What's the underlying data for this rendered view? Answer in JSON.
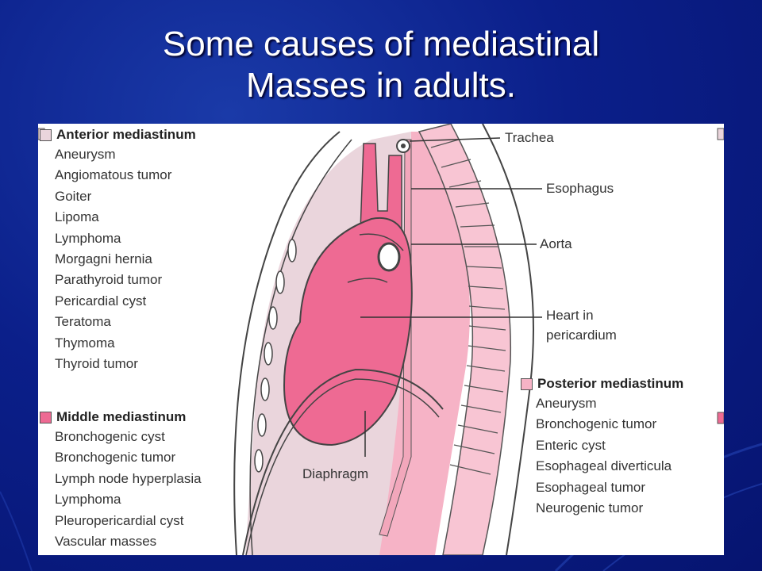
{
  "title": {
    "line1": "Some causes of mediastinal",
    "line2": "Masses in adults."
  },
  "colors": {
    "background": "#0b1f8a",
    "heart": "#ee6a93",
    "anterior_region": "#e9d3da",
    "posterior_region": "#f6b3c6",
    "middle_swatch": "#ee6a93",
    "posterior_swatch": "#f6b3c6"
  },
  "anterior": {
    "heading": "Anterior mediastinum",
    "items": [
      "Aneurysm",
      "Angiomatous tumor",
      "Goiter",
      "Lipoma",
      "Lymphoma",
      "Morgagni hernia",
      "Parathyroid tumor",
      "Pericardial cyst",
      "Teratoma",
      "Thymoma",
      "Thyroid tumor"
    ]
  },
  "middle": {
    "heading": "Middle mediastinum",
    "items": [
      "Bronchogenic cyst",
      "Bronchogenic tumor",
      "Lymph node hyperplasia",
      "Lymphoma",
      "Pleuropericardial cyst",
      "Vascular masses"
    ]
  },
  "posterior": {
    "heading": "Posterior mediastinum",
    "items": [
      "Aneurysm",
      "Bronchogenic tumor",
      "Enteric cyst",
      "Esophageal diverticula",
      "Esophageal tumor",
      "Neurogenic tumor"
    ]
  },
  "labels": {
    "trachea": "Trachea",
    "esophagus": "Esophagus",
    "aorta": "Aorta",
    "heart_line1": "Heart in",
    "heart_line2": "pericardium",
    "diaphragm": "Diaphragm"
  }
}
